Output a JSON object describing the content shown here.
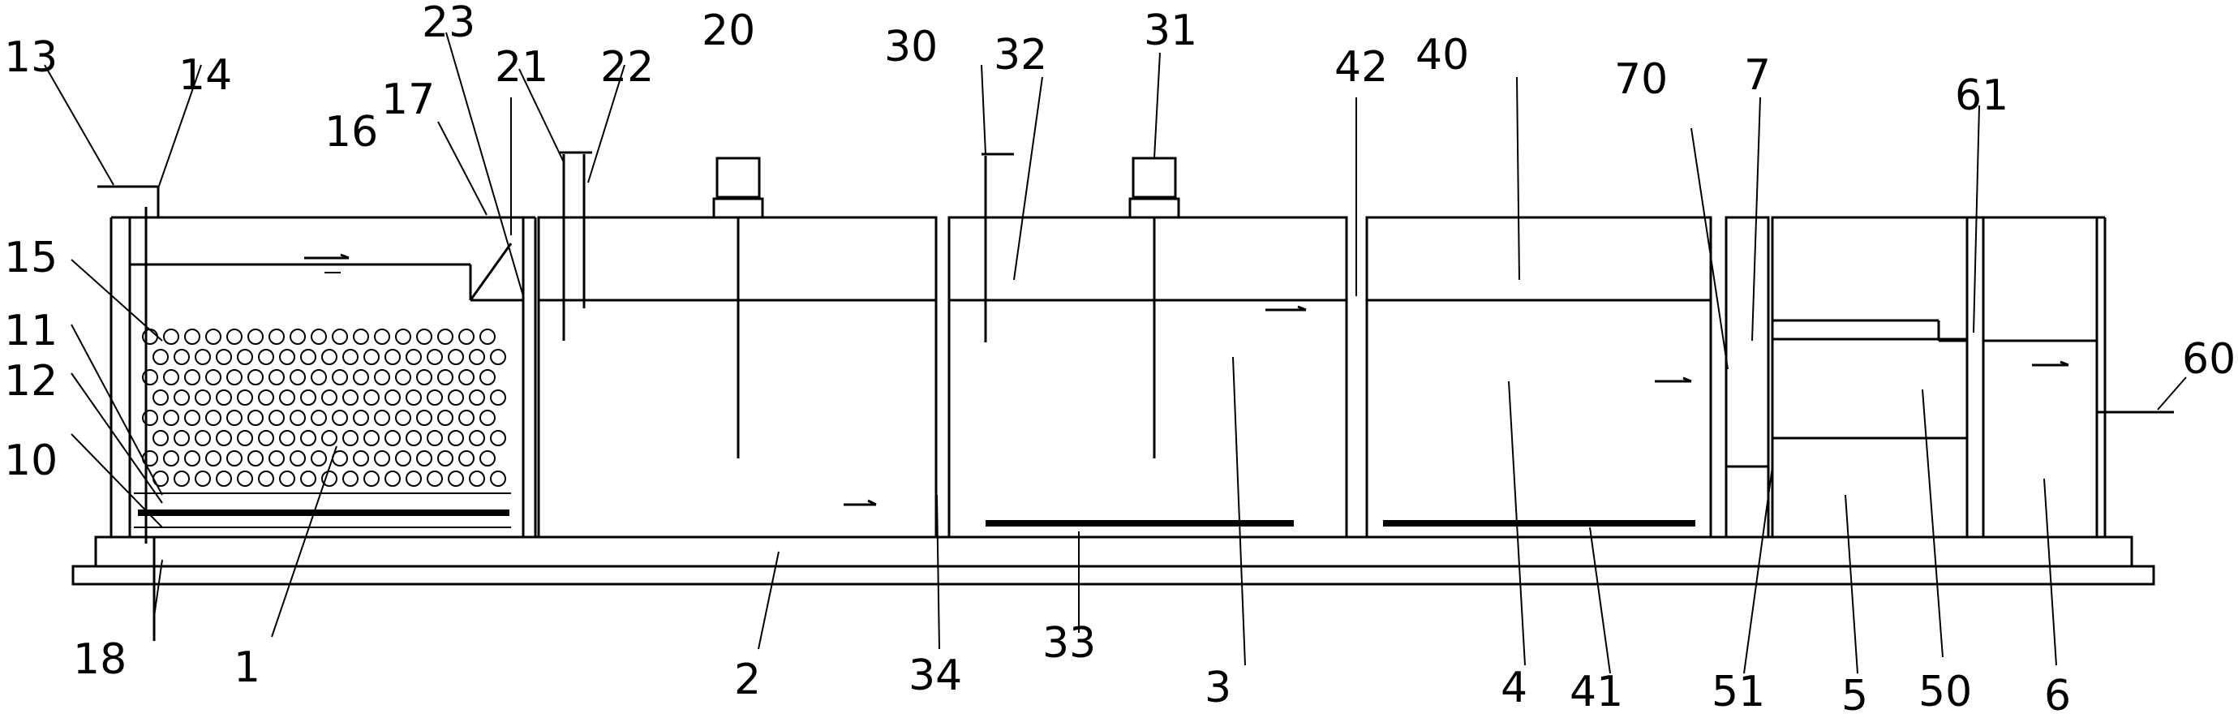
{
  "labels": [
    "13",
    "14",
    "23",
    "17",
    "21",
    "22",
    "20",
    "30",
    "32",
    "31",
    "42",
    "40",
    "70",
    "7",
    "61",
    "16",
    "15",
    "11",
    "12",
    "10",
    "60",
    "18",
    "1",
    "2",
    "34",
    "33",
    "3",
    "4",
    "41",
    "51",
    "5",
    "50",
    "6"
  ]
}
